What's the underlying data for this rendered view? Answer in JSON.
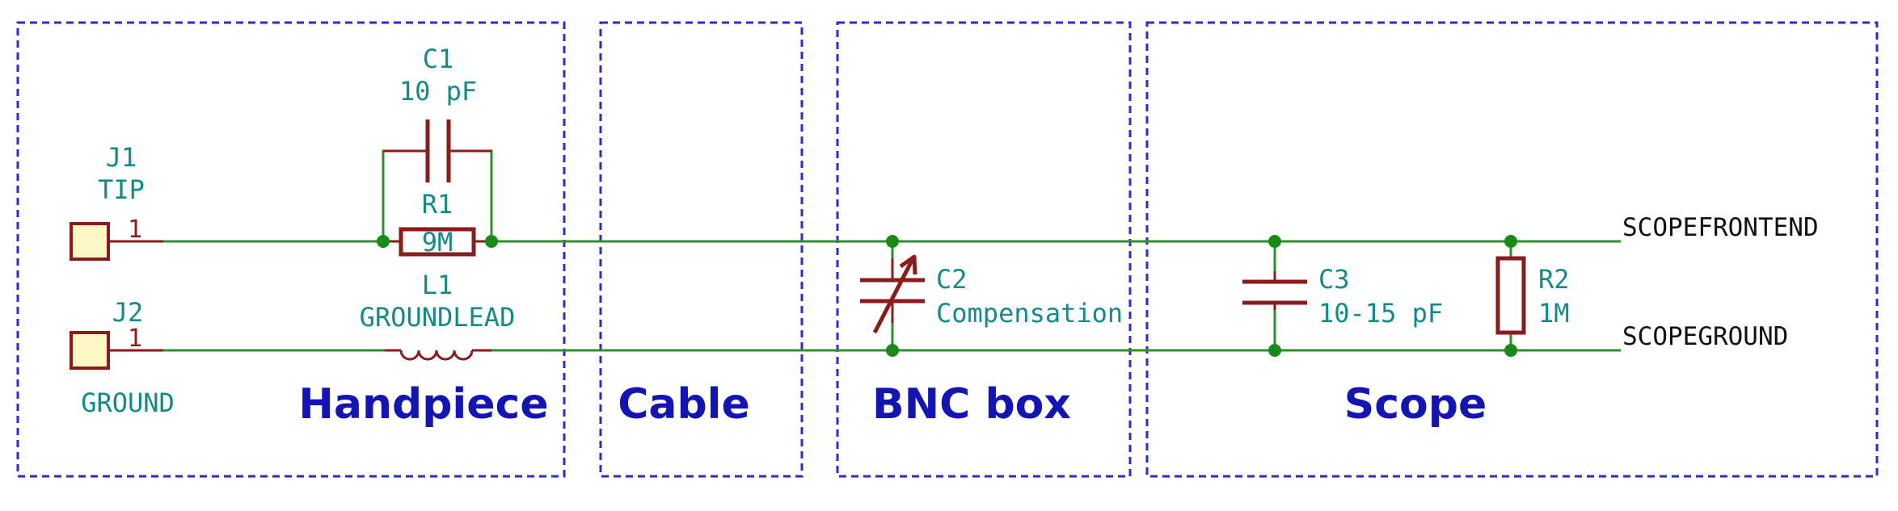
{
  "blocks": [
    {
      "title": "Handpiece"
    },
    {
      "title": "Cable"
    },
    {
      "title": "BNC box"
    },
    {
      "title": "Scope"
    }
  ],
  "components": {
    "J1": {
      "ref": "J1",
      "value": "TIP",
      "pin": "1"
    },
    "J2": {
      "ref": "J2",
      "value": "GROUND",
      "pin": "1"
    },
    "C1": {
      "ref": "C1",
      "value": "10 pF"
    },
    "R1": {
      "ref": "R1",
      "value": "9M"
    },
    "L1": {
      "ref": "L1",
      "value": "GROUNDLEAD"
    },
    "C2": {
      "ref": "C2",
      "value": "Compensation"
    },
    "C3": {
      "ref": "C3",
      "value": "10-15 pF"
    },
    "R2": {
      "ref": "R2",
      "value": "1M"
    }
  },
  "nets": {
    "front": "SCOPEFRONTEND",
    "ground": "SCOPEGROUND"
  },
  "colors": {
    "wire": "#2f8f2f",
    "component": "#8b1a1a",
    "reference_text": "#138a8a",
    "block_border": "#2b2bd0",
    "block_title": "#1414b4"
  }
}
